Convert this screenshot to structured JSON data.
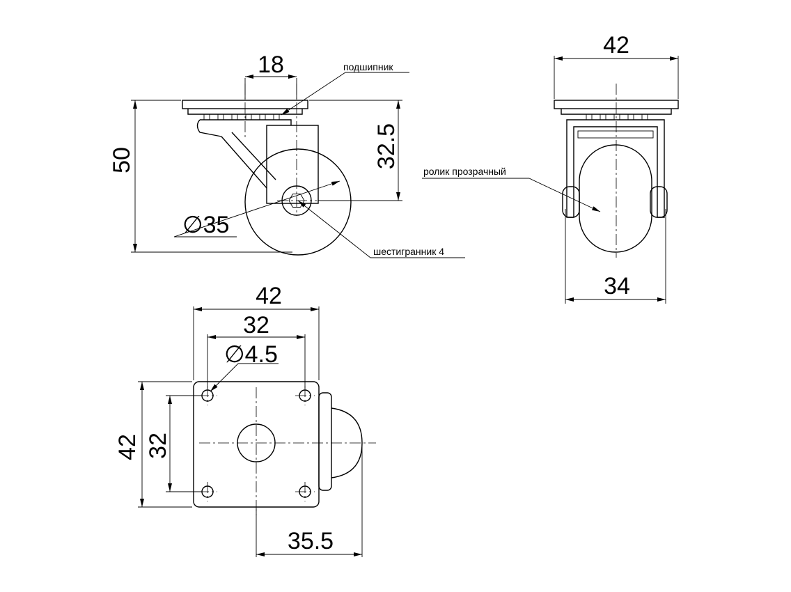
{
  "side_view": {
    "dim_top": "18",
    "dim_height": "50",
    "dim_axle": "32.5",
    "dim_wheel": "∅35",
    "note_bearing": "подшипник",
    "note_hex": "шестигранник 4"
  },
  "front_view": {
    "dim_top": "42",
    "dim_bottom": "34",
    "note_wheel": "ролик прозрачный"
  },
  "plan_view": {
    "dim_outer": "42",
    "dim_holes": "32",
    "dim_hole_dia": "∅4.5",
    "dim_left_outer": "42",
    "dim_left_inner": "32",
    "dim_bottom": "35.5"
  }
}
